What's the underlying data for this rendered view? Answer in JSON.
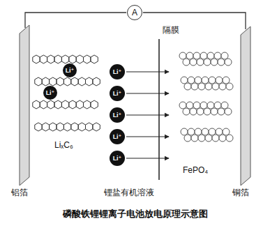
{
  "diagram": {
    "caption": "磷酸铁锂锂离子电池放电原理示意图",
    "nodes": [
      {
        "text": [
          "A"
        ]
      },
      {
        "text": [
          "Li⁺"
        ]
      },
      {
        "text": [
          "Li⁺"
        ]
      },
      {
        "text": [
          "Li⁺"
        ]
      },
      {
        "text": [
          "Li⁺"
        ]
      },
      {
        "text": [
          "Li⁺"
        ]
      },
      {
        "text": [
          "Li⁺"
        ]
      },
      {
        "text": [
          "Li⁺"
        ]
      }
    ],
    "labels": [
      "隔膜",
      "LiₓC₆",
      "铝箔",
      "锂盐有机溶液",
      "FePO₄",
      "铜箔"
    ]
  }
}
